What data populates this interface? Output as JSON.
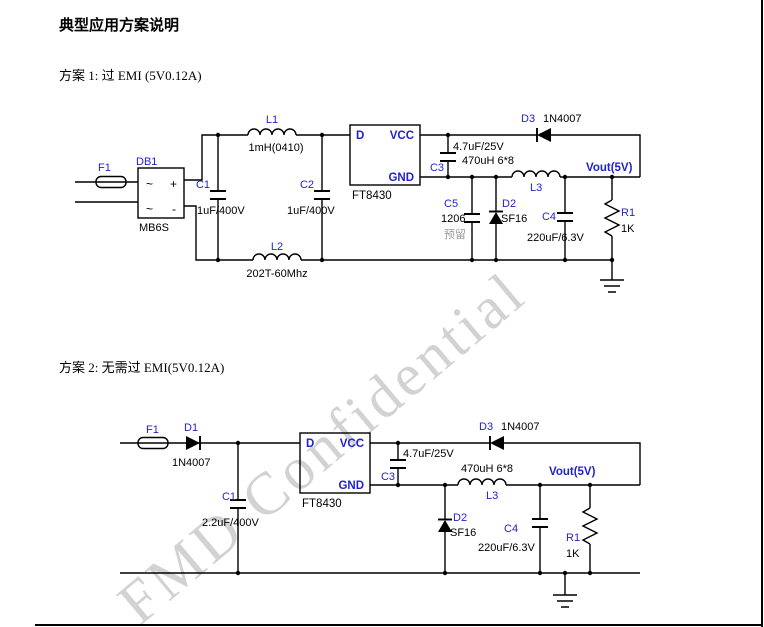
{
  "page": {
    "title": "典型应用方案说明",
    "watermark": "FMD Confidential"
  },
  "colors": {
    "designator_blue": "#2222cc",
    "value_black": "#000000",
    "note_gray": "#9a9a9a",
    "watermark_gray": "#a5a5a5"
  },
  "scheme1": {
    "heading": "方案 1: 过 EMI (5V0.12A)",
    "f1": "F1",
    "db1": "DB1",
    "db1_part": "MB6S",
    "bridge": {
      "ac": "~",
      "plus": "+",
      "minus": "-"
    },
    "c1": "C1",
    "c1_value": "1uF/400V",
    "l1": "L1",
    "l1_value": "1mH(0410)",
    "c2": "C2",
    "c2_value": "1uF/400V",
    "l2": "L2",
    "l2_value": "202T-60Mhz",
    "ic": {
      "pin_d": "D",
      "pin_vcc": "VCC",
      "pin_gnd": "GND",
      "part": "FT8430"
    },
    "c3": "C3",
    "c3_value": "4.7uF/25V",
    "d3": "D3",
    "d3_value": "1N4007",
    "l3": "L3",
    "l3_value": "470uH 6*8",
    "vout": "Vout(5V)",
    "c5": "C5",
    "c5_value": "1206",
    "c5_note": "预留",
    "d2": "D2",
    "d2_value": "SF16",
    "c4": "C4",
    "c4_value": "220uF/6.3V",
    "r1": "R1",
    "r1_value": "1K"
  },
  "scheme2": {
    "heading": "方案 2: 无需过 EMI(5V0.12A)",
    "f1": "F1",
    "d1": "D1",
    "d1_value": "1N4007",
    "c1": "C1",
    "c1_value": "2.2uF/400V",
    "ic": {
      "pin_d": "D",
      "pin_vcc": "VCC",
      "pin_gnd": "GND",
      "part": "FT8430"
    },
    "c3": "C3",
    "c3_value": "4.7uF/25V",
    "d3": "D3",
    "d3_value": "1N4007",
    "l3": "L3",
    "l3_value": "470uH 6*8",
    "vout": "Vout(5V)",
    "d2": "D2",
    "d2_value": "SF16",
    "c4": "C4",
    "c4_value": "220uF/6.3V",
    "r1": "R1",
    "r1_value": "1K"
  }
}
